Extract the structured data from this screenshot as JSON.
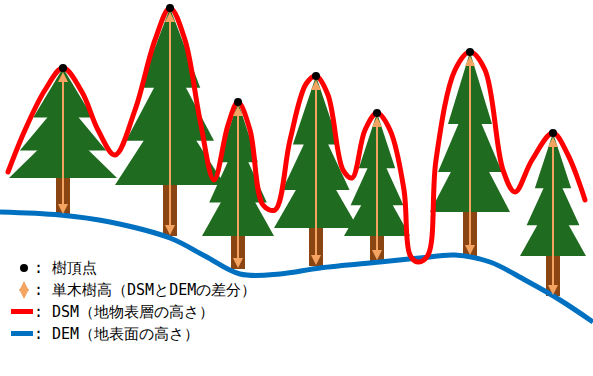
{
  "diagram": {
    "legend": [
      {
        "text": ": 樹頂点"
      },
      {
        "text": ": 単木樹高（DSMとDEMの差分）"
      },
      {
        "text": ": DSM（地物表層の高さ）",
        "color": "#ff0000"
      },
      {
        "text": ": DEM（地表面の高さ）",
        "color": "#0070c0"
      }
    ]
  }
}
